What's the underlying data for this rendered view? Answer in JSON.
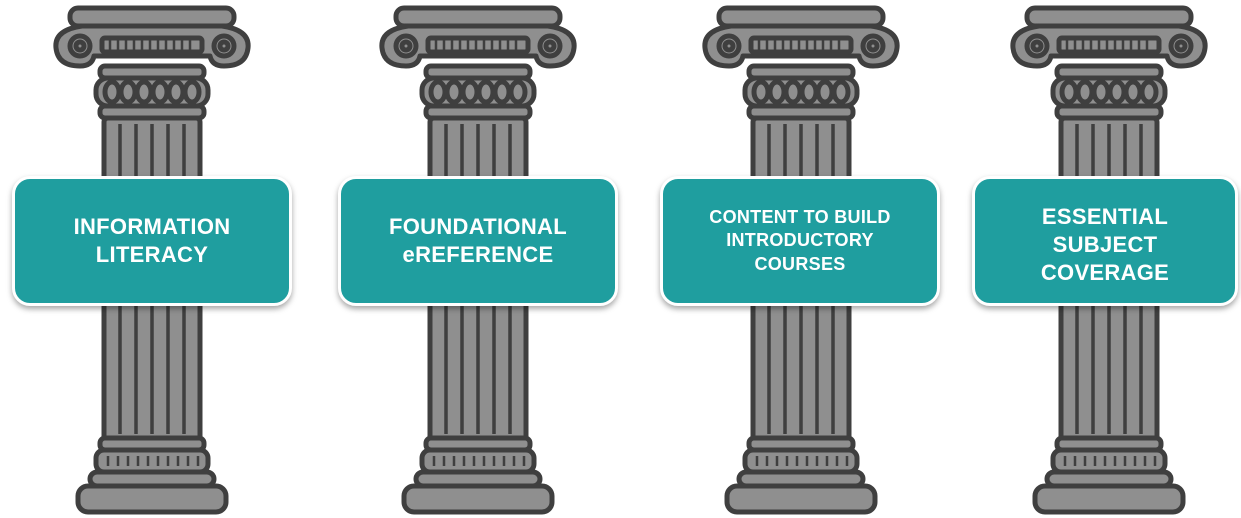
{
  "colors": {
    "box_fill": "#1f9e9f",
    "box_border": "#ffffff",
    "column_fill": "#8f8f8f",
    "column_stroke": "#3f3f3f",
    "text": "#ffffff"
  },
  "pillars": [
    {
      "label": "INFORMATION\nLITERACY"
    },
    {
      "label": "FOUNDATIONAL\neREFERENCE"
    },
    {
      "label": "CONTENT TO BUILD\nINTRODUCTORY\nCOURSES"
    },
    {
      "label": "ESSENTIAL\nSUBJECT\nCOVERAGE"
    }
  ]
}
